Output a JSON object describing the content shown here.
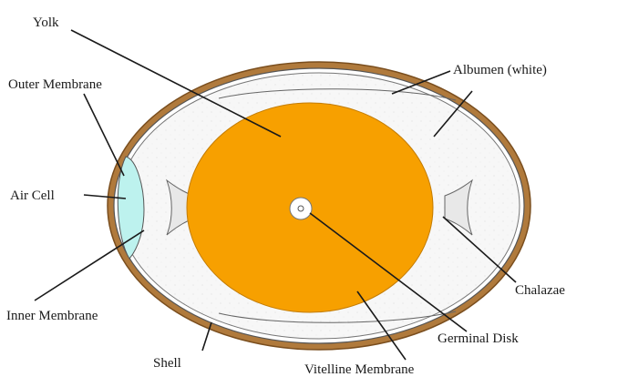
{
  "diagram": {
    "labels": {
      "yolk": "Yolk",
      "outer_membrane": "Outer Membrane",
      "air_cell": "Air Cell",
      "inner_membrane": "Inner Membrane",
      "shell": "Shell",
      "albumen": "Albumen (white)",
      "chalazae": "Chalazae",
      "germinal_disk": "Germinal Disk",
      "vitelline_membrane": "Vitelline Membrane"
    },
    "colors": {
      "shell": "#b07a3c",
      "yolk": "#f7a000",
      "air_cell": "#bdf2ee",
      "albumen": "#f4f4f4",
      "line": "#1a1a1a"
    }
  }
}
